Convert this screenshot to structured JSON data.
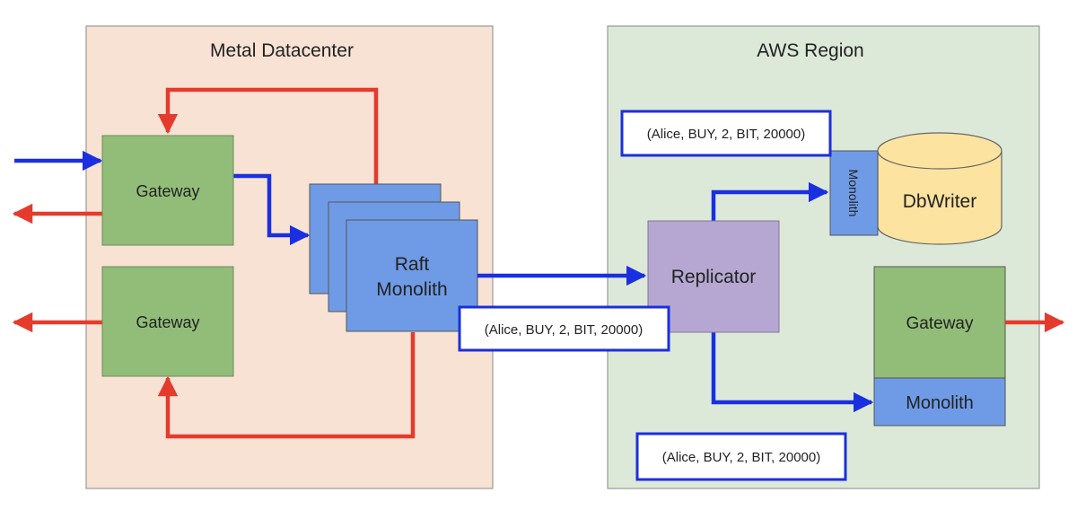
{
  "regions": {
    "metal": {
      "title": "Metal Datacenter"
    },
    "aws": {
      "title": "AWS Region"
    }
  },
  "nodes": {
    "gateway_top": "Gateway",
    "gateway_bottom": "Gateway",
    "raft_monolith": {
      "line1": "Raft",
      "line2": "Monolith"
    },
    "replicator": "Replicator",
    "dbwriter": "DbWriter",
    "monolith_vertical": "Monolith",
    "aws_gateway": "Gateway",
    "aws_monolith": "Monolith"
  },
  "messages": {
    "center": "(Alice, BUY, 2, BIT, 20000)",
    "top_right": "(Alice, BUY, 2, BIT, 20000)",
    "bottom_right": "(Alice, BUY, 2, BIT, 20000)"
  },
  "colors": {
    "metal_bg": "#f8e2d4",
    "aws_bg": "#dde9d8",
    "gateway": "#92bd79",
    "monolith": "#6f9be6",
    "replicator": "#b6a7d2",
    "db": "#fde3a0",
    "arrow_blue": "#1a2fe0",
    "arrow_red": "#e53b2c"
  }
}
